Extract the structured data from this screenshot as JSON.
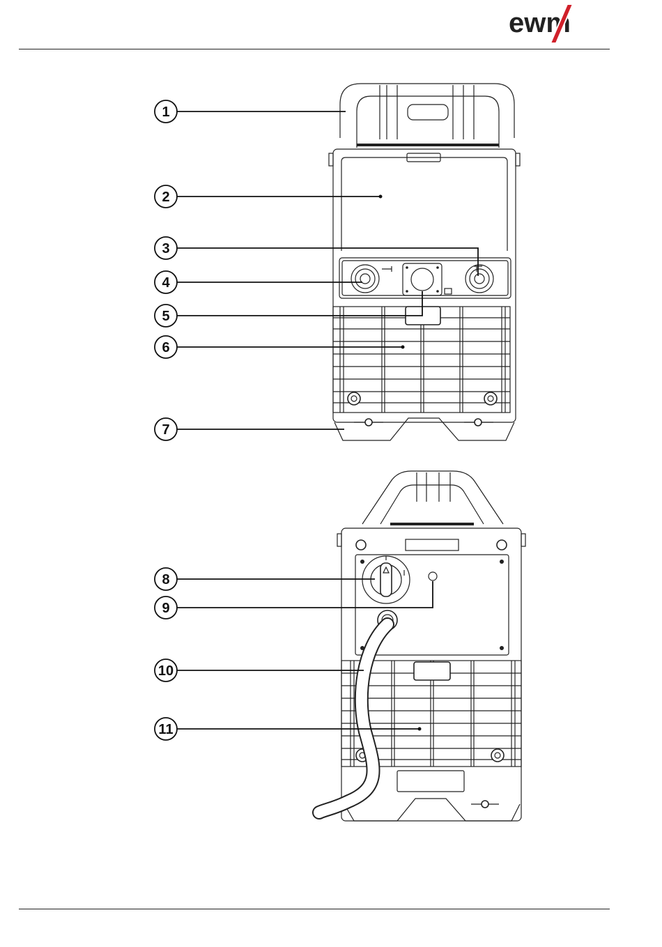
{
  "brand": {
    "logo_text": "ewm",
    "accent": "#d0202a"
  },
  "callouts": [
    "1",
    "2",
    "3",
    "4",
    "5",
    "6",
    "7",
    "8",
    "9",
    "10",
    "11"
  ],
  "colors": {
    "line": "#222222",
    "background": "#ffffff"
  }
}
